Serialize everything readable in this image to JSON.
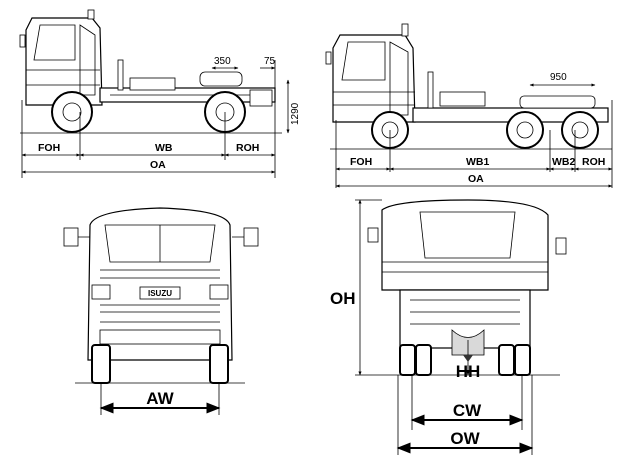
{
  "brand": "ISUZU",
  "side_view_4x2": {
    "dims": {
      "front_overhang": "FOH",
      "wheelbase": "WB",
      "rear_overhang": "ROH",
      "overall_length": "OA",
      "fifth_wheel_offset": "350",
      "rear_end": "75",
      "height": "1290"
    }
  },
  "side_view_6x4": {
    "dims": {
      "front_overhang": "FOH",
      "wheelbase_1": "WB1",
      "wheelbase_2": "WB2",
      "rear_overhang": "ROH",
      "overall_length": "OA",
      "fifth_wheel_offset": "950"
    }
  },
  "front_view": {
    "dims": {
      "axle_width": "AW"
    }
  },
  "rear_view": {
    "dims": {
      "overall_height": "OH",
      "hitch_height": "HH",
      "cab_width": "CW",
      "overall_width": "OW"
    }
  }
}
